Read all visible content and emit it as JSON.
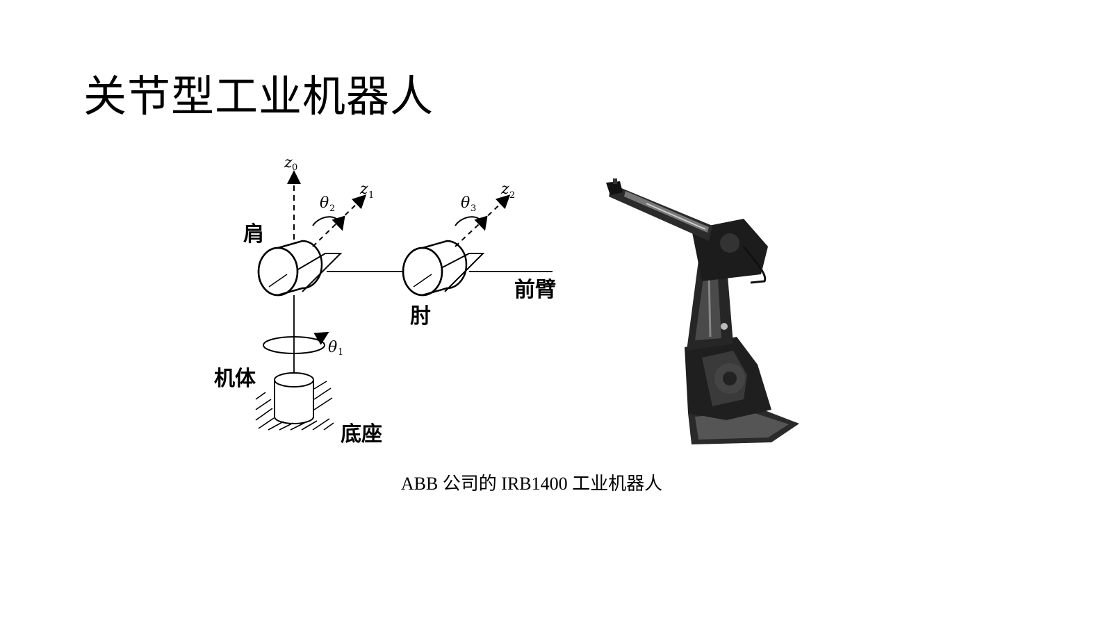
{
  "slide": {
    "title": "关节型工业机器人",
    "caption": "ABB 公司的 IRB1400 工业机器人"
  },
  "diagram": {
    "labels": {
      "shoulder": "肩",
      "elbow": "肘",
      "forearm": "前臂",
      "body": "机体",
      "base": "底座"
    },
    "axes": {
      "z0": {
        "var": "z",
        "sub": "0"
      },
      "z1": {
        "var": "z",
        "sub": "1"
      },
      "z2": {
        "var": "z",
        "sub": "2"
      }
    },
    "angles": {
      "theta1": {
        "var": "θ",
        "sub": "1"
      },
      "theta2": {
        "var": "θ",
        "sub": "2"
      },
      "theta3": {
        "var": "θ",
        "sub": "3"
      }
    }
  },
  "photo": {
    "subject": "ABB IRB1400 industrial robot photograph"
  }
}
